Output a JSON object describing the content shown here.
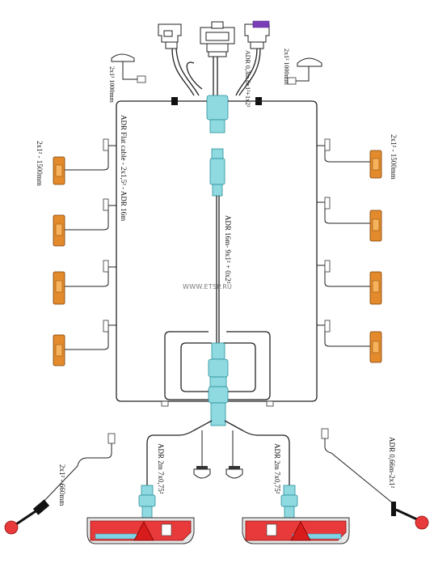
{
  "watermark": "WWW.ETSP.RU",
  "labels": {
    "side_left_top": "2x1² 1000mm",
    "side_right_top": "2x1² 1000mm",
    "adr_socket": "ADR 0,3m 6x1²+1x2²",
    "flat_cable": "ADR Flat cable - 2x1,5² - ADR 16m",
    "marker_left": "2x1² - 1500mm",
    "marker_right": "2x1² - 1500mm",
    "main_cable": "ADR 16m- 9x1² + 0x2²",
    "rear_left": "ADR 2m 7x0,75²",
    "rear_right": "ADR 2m 7x0,75²",
    "outline_left": "2x1² - 660mm",
    "outline_right": "ADR 0,66m-2x1²"
  },
  "colors": {
    "cyan_connector": "#8fd9e0",
    "amber_marker": "#e38b2c",
    "red_lamp": "#e83a3a",
    "purple_cap": "#7a3fb8"
  }
}
